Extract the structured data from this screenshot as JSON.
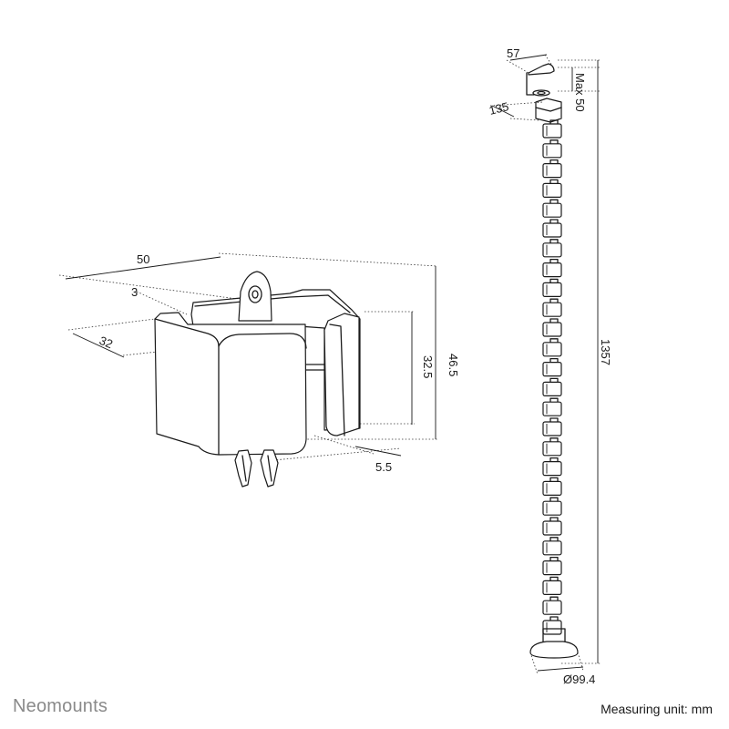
{
  "brand": "Neomounts",
  "measuring_unit": "Measuring unit: mm",
  "clip_dimensions": {
    "width": "50",
    "thickness": "3",
    "depth": "32",
    "total_height": "46.5",
    "inner_height": "32.5",
    "slot": "5.5"
  },
  "spine_dimensions": {
    "clamp_width": "57",
    "clamp_max": "Max 50",
    "clamp_depth": "135",
    "length": "1357",
    "base_diameter": "Ø99.4"
  },
  "colors": {
    "line": "#1a1a1a",
    "brand": "#8a8a8a",
    "background": "#ffffff"
  }
}
